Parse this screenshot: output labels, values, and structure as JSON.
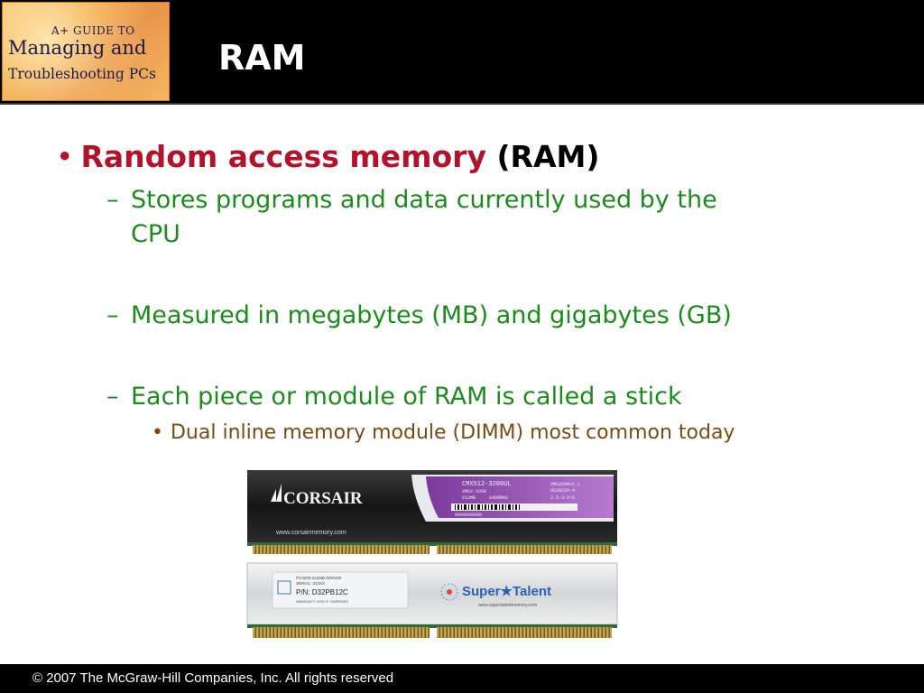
{
  "header": {
    "logo": {
      "line1": "A+ GUIDE TO",
      "line2": "Managing and",
      "line3": "Troubleshooting PCs"
    },
    "title": "RAM"
  },
  "body": {
    "bullet1": {
      "marker": "•",
      "term": "Random access memory",
      "abbr": "(RAM)"
    },
    "sub_bullets": [
      {
        "dash": "–",
        "line1": "Stores programs and data currently used by the",
        "line2": "CPU"
      },
      {
        "dash": "–",
        "line1": "Measured in megabytes (MB) and gigabytes (GB)"
      },
      {
        "dash": "–",
        "line1": "Each piece or module of RAM is called a stick"
      }
    ],
    "sub_sub_bullet": {
      "marker": "•",
      "text": "Dual inline memory module (DIMM) most common today"
    }
  },
  "image": {
    "stick1": {
      "brand": "CORSAIR",
      "url": "www.corsairmemory.com",
      "label_line1": "CMX512-3200UL",
      "label_line2": "XMS3200v1.1",
      "label_line3": "0520229-4",
      "label_line4": "XMS2-3200",
      "label_line5": "512MB",
      "label_line6": "1800MHz",
      "label_line7": "2.5-3-3-6",
      "serial": "0000090900"
    },
    "stick2": {
      "brand": "Super★Talent",
      "url": "www.supertalentmemory.com",
      "part": "P/N: D32PB12C",
      "label_line1": "PC3200 512MB DDR400",
      "label_line2": "SERIAL: 024XX",
      "label_line3": "WARRANTY VOID IF TAMPERED"
    }
  },
  "footer": {
    "copyright": "© 2007 The McGraw-Hill Companies, Inc. All rights reserved"
  },
  "colors": {
    "header_bg": "#000000",
    "term_red": "#b0132a",
    "sub_green": "#1e8a1e",
    "subsub_brown": "#7a4a16"
  }
}
